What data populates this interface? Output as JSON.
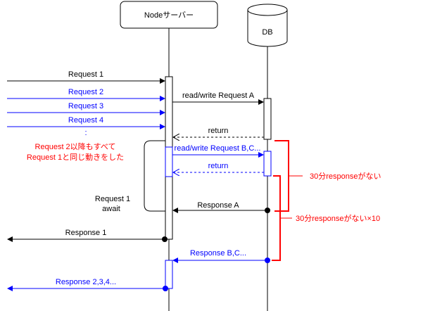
{
  "participants": {
    "node": "Nodeサーバー",
    "db": "DB"
  },
  "messages": {
    "req1": "Request 1",
    "req2": "Request 2",
    "req3": "Request 3",
    "req4": "Request 4",
    "dots": ":",
    "rwA": "read/write Request A",
    "retA": "return",
    "rwBC": "read/write Request B,C...",
    "retBC": "return",
    "respA": "Response A",
    "resp1": "Response 1",
    "respBC": "Response B,C...",
    "resp234": "Response 2,3,4..."
  },
  "notes": {
    "line1": "Request 2以降もすべて",
    "line2": "Request 1と同じ動きをした",
    "await1": "Request 1",
    "await2": "await",
    "noResp": "30分responseがない",
    "noRespX10": "30分responseがない×10"
  },
  "colors": {
    "black": "#000000",
    "blue": "#0000ff",
    "red": "#ff0000"
  }
}
